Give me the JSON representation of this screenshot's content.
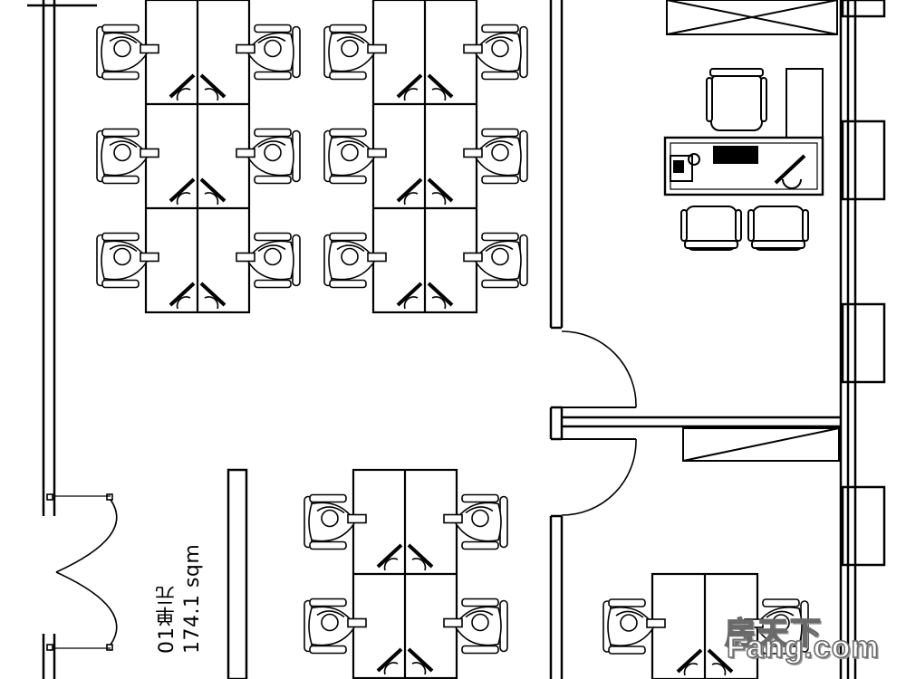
{
  "plan": {
    "title": "Office floor plan",
    "room_label": {
      "name": "01单元",
      "area": "174.1 sqm"
    }
  },
  "watermark": {
    "line1": "房天下",
    "line2": "Fang.com"
  },
  "colors": {
    "line": "#000000",
    "background": "#ffffff",
    "watermark": "#6a6a6a"
  }
}
